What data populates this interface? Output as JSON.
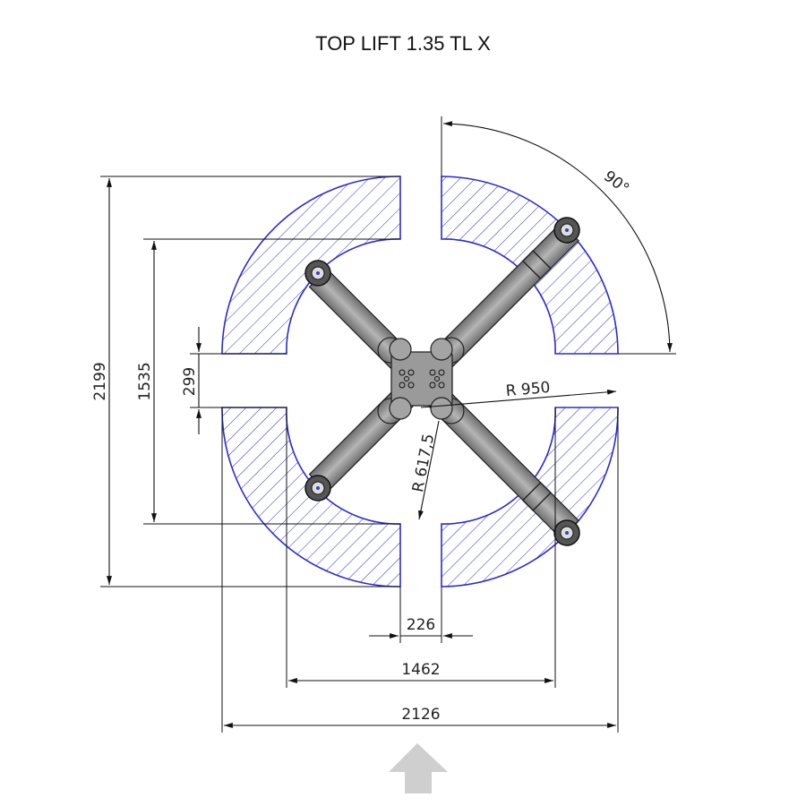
{
  "title": "TOP LIFT 1.35 TL X",
  "dimensions": {
    "total_length": "2199",
    "inner_length": "1535",
    "gap_length": "299",
    "center_gap": "226",
    "inner_width": "1462",
    "total_width": "2126",
    "outer_radius": "R 950",
    "inner_radius": "R 617,5",
    "sweep_angle": "90°"
  },
  "colors": {
    "zone_outline": "#2a2ad6",
    "arm_fill": "#8f8f8f",
    "drive_in_arrow": "#cfcfcf"
  },
  "icons": {
    "drive_in": "up-arrow-icon"
  }
}
